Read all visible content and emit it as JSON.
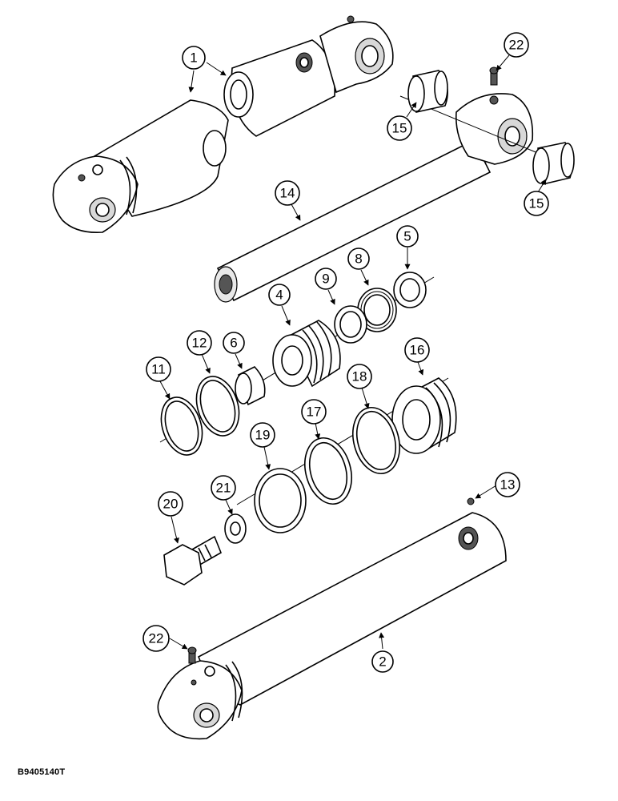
{
  "diagram": {
    "figure_code": "B9405140T",
    "callouts": [
      {
        "id": "c1",
        "label": "1"
      },
      {
        "id": "c22a",
        "label": "22"
      },
      {
        "id": "c15a",
        "label": "15"
      },
      {
        "id": "c15b",
        "label": "15"
      },
      {
        "id": "c14",
        "label": "14"
      },
      {
        "id": "c5",
        "label": "5"
      },
      {
        "id": "c8",
        "label": "8"
      },
      {
        "id": "c9",
        "label": "9"
      },
      {
        "id": "c4",
        "label": "4"
      },
      {
        "id": "c12",
        "label": "12"
      },
      {
        "id": "c6",
        "label": "6"
      },
      {
        "id": "c11",
        "label": "11"
      },
      {
        "id": "c16",
        "label": "16"
      },
      {
        "id": "c18",
        "label": "18"
      },
      {
        "id": "c17",
        "label": "17"
      },
      {
        "id": "c19",
        "label": "19"
      },
      {
        "id": "c21",
        "label": "21"
      },
      {
        "id": "c20",
        "label": "20"
      },
      {
        "id": "c13",
        "label": "13"
      },
      {
        "id": "c22b",
        "label": "22"
      },
      {
        "id": "c2",
        "label": "2"
      }
    ]
  }
}
